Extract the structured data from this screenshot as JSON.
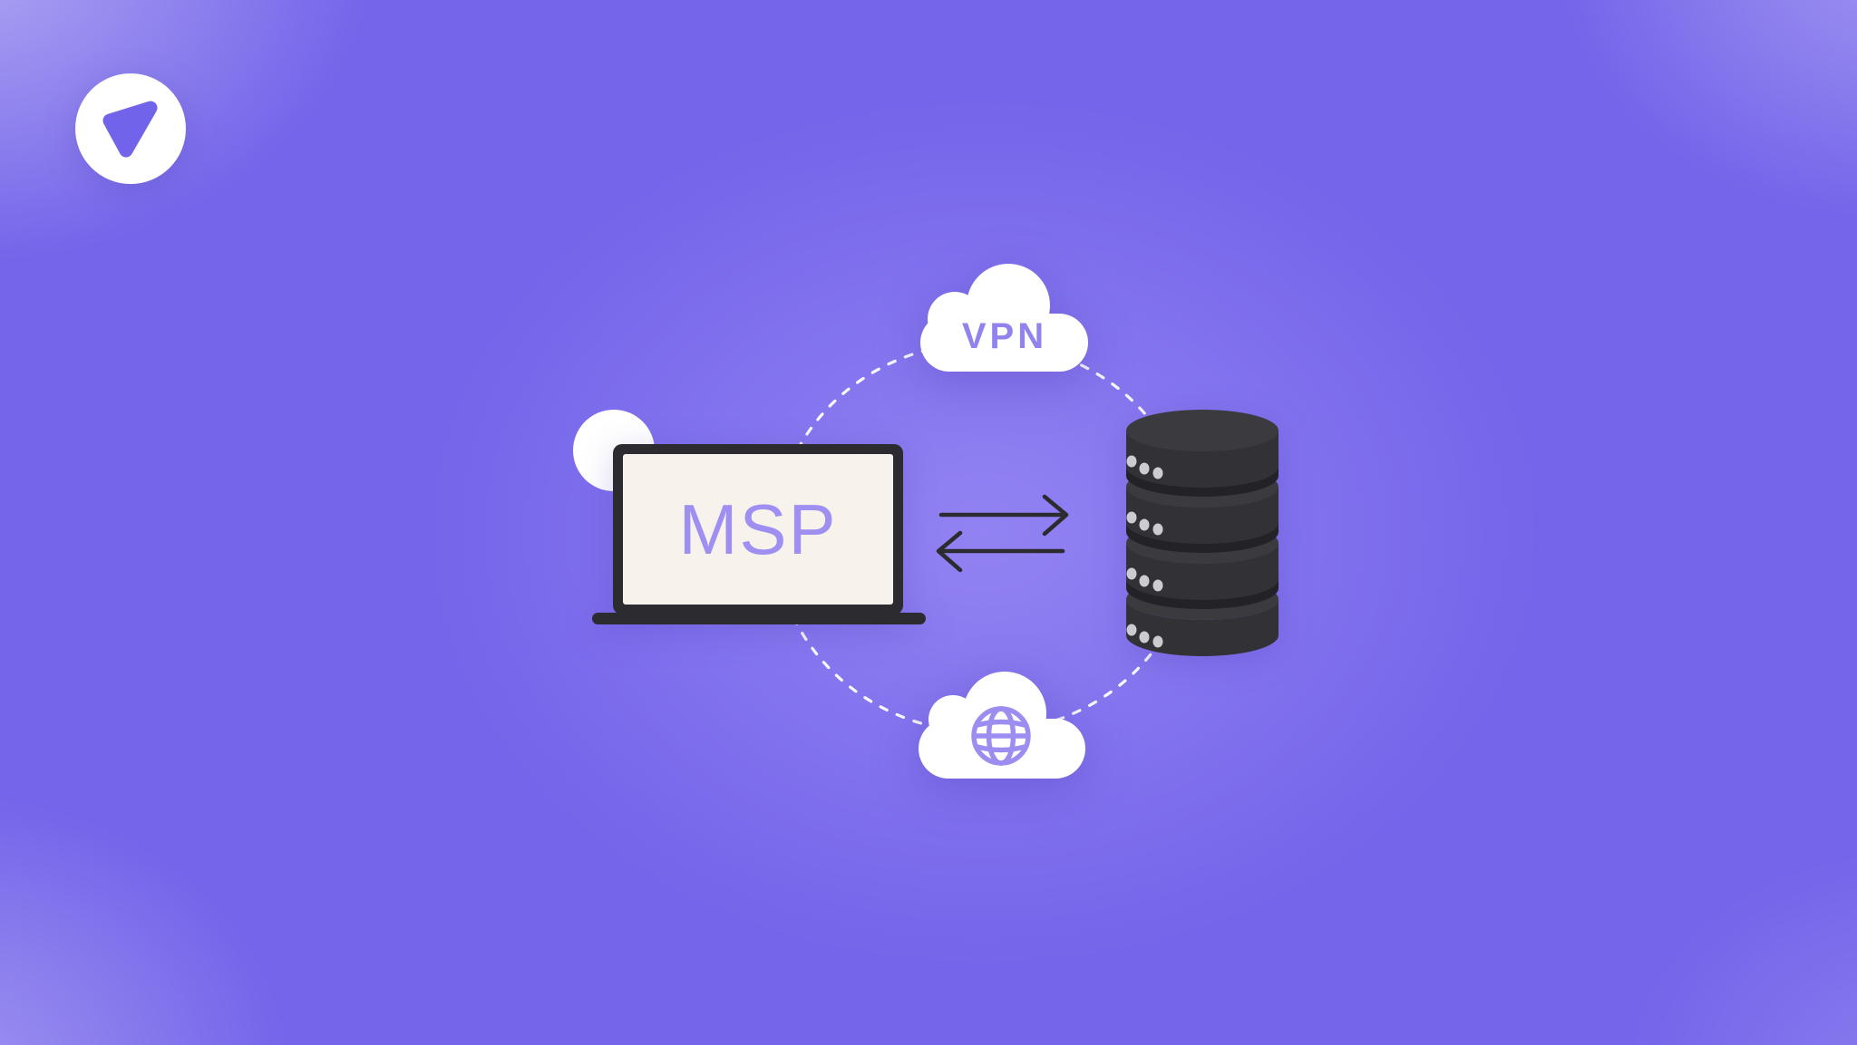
{
  "scene": {
    "description": "Illustration of an MSP laptop exchanging traffic with a VPN server between a VPN cloud and the internet",
    "logo": {
      "icon": "play-triangle-logo-icon"
    },
    "laptop": {
      "label": "MSP"
    },
    "vpn_cloud": {
      "label": "VPN"
    },
    "internet_cloud": {
      "icon": "globe-icon"
    },
    "server": {
      "disks": 4,
      "leds_per_disk": 3
    },
    "colors": {
      "background_purple": "#7465ea",
      "background_corner_light": "#aaa0f1",
      "ink_dark": "#2b2b30",
      "screen_cream": "#f7f3ec",
      "accent_purple_text": "#9e8ff0",
      "vpn_text": "#9183ee",
      "globe_stroke": "#9c8df0",
      "logo_triangle": "#7164ea",
      "white": "#ffffff",
      "server_top": "#3a3a3f",
      "server_face": "#313136",
      "server_shadow": "#232327",
      "server_dots": "#cbcbd0"
    }
  }
}
